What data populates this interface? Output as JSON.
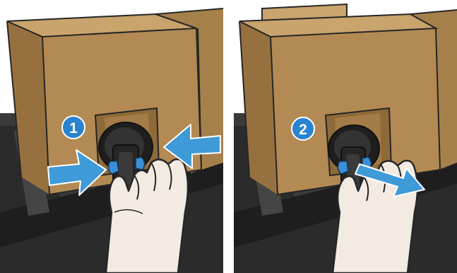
{
  "steps": [
    {
      "number": "1",
      "action": "squeeze-tabs"
    },
    {
      "number": "2",
      "action": "pull-out"
    }
  ],
  "colors": {
    "cardboard": "#b38a53",
    "cardboard_dark": "#96713f",
    "cardboard_light": "#c9a46c",
    "printer_body": "#2e2e2e",
    "printer_dark": "#1a1a1a",
    "connector": "#262626",
    "connector_tab": "#3a8fd6",
    "arrow": "#3f9ad8",
    "badge": "#2a83cf",
    "skin": "#f3ebe2",
    "skin_outline": "#262626"
  },
  "icons": [
    "squeeze-arrow-left-icon",
    "squeeze-arrow-right-icon",
    "pull-arrow-icon",
    "hand-icon",
    "ink-connector-icon"
  ]
}
